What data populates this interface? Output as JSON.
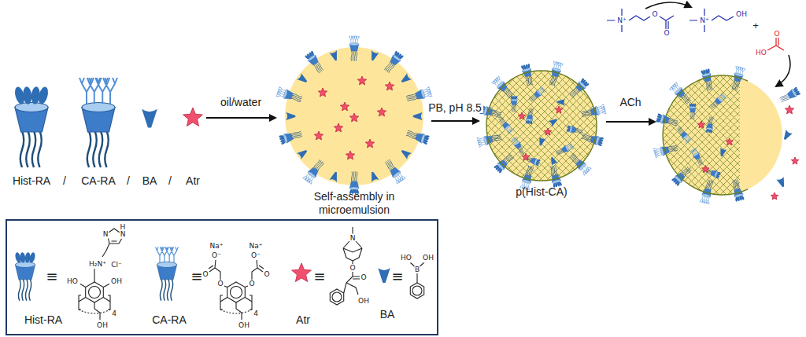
{
  "diagram": {
    "nodes": [
      {
        "text": [
          "Self-assembly in microemulsion"
        ]
      },
      {
        "text": [
          "p(Hist-CA)"
        ]
      }
    ],
    "edges": [
      {
        "from": 0,
        "to": 1,
        "arrow": "to",
        "label": "PB, pH 8.5"
      }
    ],
    "labels": [
      "Hist-RA",
      "/",
      "CA-RA",
      "/",
      "BA",
      "/",
      "Atr",
      "oil/water",
      "ACh",
      "N⁺",
      "O",
      "O",
      "N⁺",
      "OH",
      "+",
      "HO",
      "O",
      "≡",
      "Hist-RA",
      "≡",
      "CA-RA",
      "≡",
      "Atr",
      "≡",
      "BA",
      "H",
      "N",
      "N",
      "H₂N⁺",
      "Cl⁻",
      "HO",
      "OH",
      "4",
      "OH",
      "O",
      "O",
      "O⁻",
      "Na⁺",
      "O",
      "O",
      "O⁻",
      "Na⁺",
      "4",
      "OH",
      "N",
      "O",
      "O",
      "OH",
      "B",
      "HO",
      "OH"
    ]
  }
}
